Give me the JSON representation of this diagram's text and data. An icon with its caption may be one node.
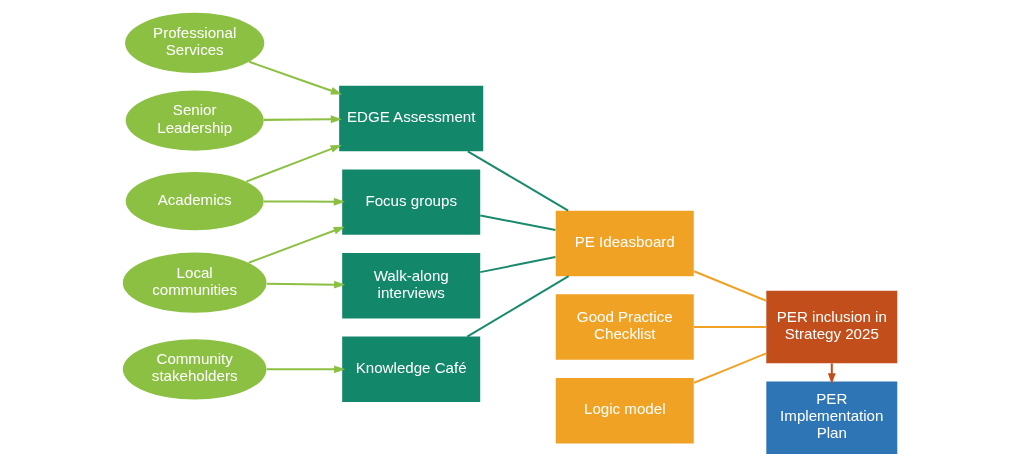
{
  "diagram": {
    "nodes": [
      {
        "text": [
          "Professional Services"
        ]
      },
      {
        "text": [
          "Academics"
        ]
      },
      {
        "text": [
          "Senior Leadership"
        ]
      },
      {
        "text": [
          "Local communities"
        ]
      },
      {
        "text": [
          "Community stakeholders"
        ]
      },
      {
        "text": [
          "EDGE Assessment"
        ]
      },
      {
        "text": [
          "Focus groups"
        ]
      },
      {
        "text": [
          "Walk-along interviews"
        ]
      },
      {
        "text": [
          "Knowledge Café"
        ]
      },
      {
        "text": [
          "Good Practice Checklist"
        ]
      },
      {
        "text": [
          "PE Ideasboard"
        ]
      },
      {
        "text": [
          "Logic model"
        ]
      },
      {
        "text": [
          "PER inclusion in Strategy 2025"
        ]
      },
      {
        "text": [
          "PER Implementation Plan"
        ]
      }
    ],
    "edges": [
      {
        "from": 0,
        "to": 5,
        "arrow": "to"
      },
      {
        "from": 1,
        "to": 5,
        "arrow": "to"
      },
      {
        "from": 1,
        "to": 6,
        "arrow": "to"
      },
      {
        "from": 2,
        "to": 5,
        "arrow": "to"
      },
      {
        "from": 3,
        "to": 6,
        "arrow": "to"
      },
      {
        "from": 3,
        "to": 7,
        "arrow": "to"
      },
      {
        "from": 4,
        "to": 8,
        "arrow": "to"
      },
      {
        "from": 5,
        "to": 10,
        "arrow": "none",
        "color": "#1a8a6e"
      },
      {
        "from": 6,
        "to": 10,
        "arrow": "none",
        "color": "#1a8a6e"
      },
      {
        "from": 7,
        "to": 10,
        "arrow": "none",
        "color": "#1a8a6e"
      },
      {
        "from": 8,
        "to": 10,
        "arrow": "none",
        "color": "#1a8a6e"
      },
      {
        "from": 9,
        "to": 12,
        "arrow": "none",
        "color": "#f0a225"
      },
      {
        "from": 10,
        "to": 12,
        "arrow": "none",
        "color": "#f0a225"
      },
      {
        "from": 11,
        "to": 12,
        "arrow": "none",
        "color": "#f0a225"
      },
      {
        "from": 12,
        "to": 13,
        "arrow": "to",
        "color": "#c24e1c"
      }
    ]
  }
}
